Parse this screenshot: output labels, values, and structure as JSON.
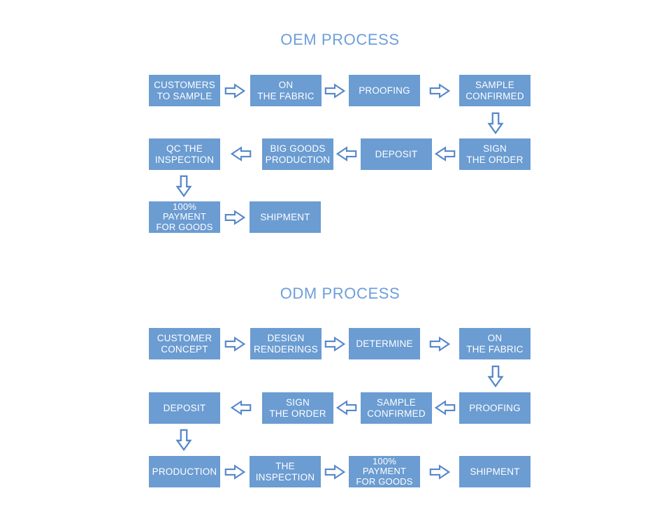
{
  "colors": {
    "background": "#FFFFFF",
    "box_fill": "#6B9CD2",
    "box_text": "#FFFFFF",
    "title_text": "#6D9EDA",
    "arrow_stroke": "#5587C8",
    "arrow_fill": "#FFFFFF"
  },
  "oem": {
    "title": "OEM PROCESS",
    "row1": {
      "b1": "CUSTOMERS\nTO SAMPLE",
      "b2": "ON\nTHE FABRIC",
      "b3": "PROOFING",
      "b4": "SAMPLE\nCONFIRMED"
    },
    "row2": {
      "b1": "QC THE\nINSPECTION",
      "b2": "BIG GOODS\nPRODUCTION",
      "b3": "DEPOSIT",
      "b4": "SIGN\nTHE ORDER"
    },
    "row3": {
      "b1": "100%\nPAYMENT\nFOR GOODS",
      "b2": "SHIPMENT"
    }
  },
  "odm": {
    "title": "ODM PROCESS",
    "row1": {
      "b1": "CUSTOMER\nCONCEPT",
      "b2": "DESIGN\nRENDERINGS",
      "b3": "DETERMINE",
      "b4": "ON\nTHE FABRIC"
    },
    "row2": {
      "b1": "DEPOSIT",
      "b2": "SIGN\nTHE ORDER",
      "b3": "SAMPLE\nCONFIRMED",
      "b4": "PROOFING"
    },
    "row3": {
      "b1": "PRODUCTION",
      "b2": "THE\nINSPECTION",
      "b3": "100%\nPAYMENT\nFOR GOODS",
      "b4": "SHIPMENT"
    }
  }
}
